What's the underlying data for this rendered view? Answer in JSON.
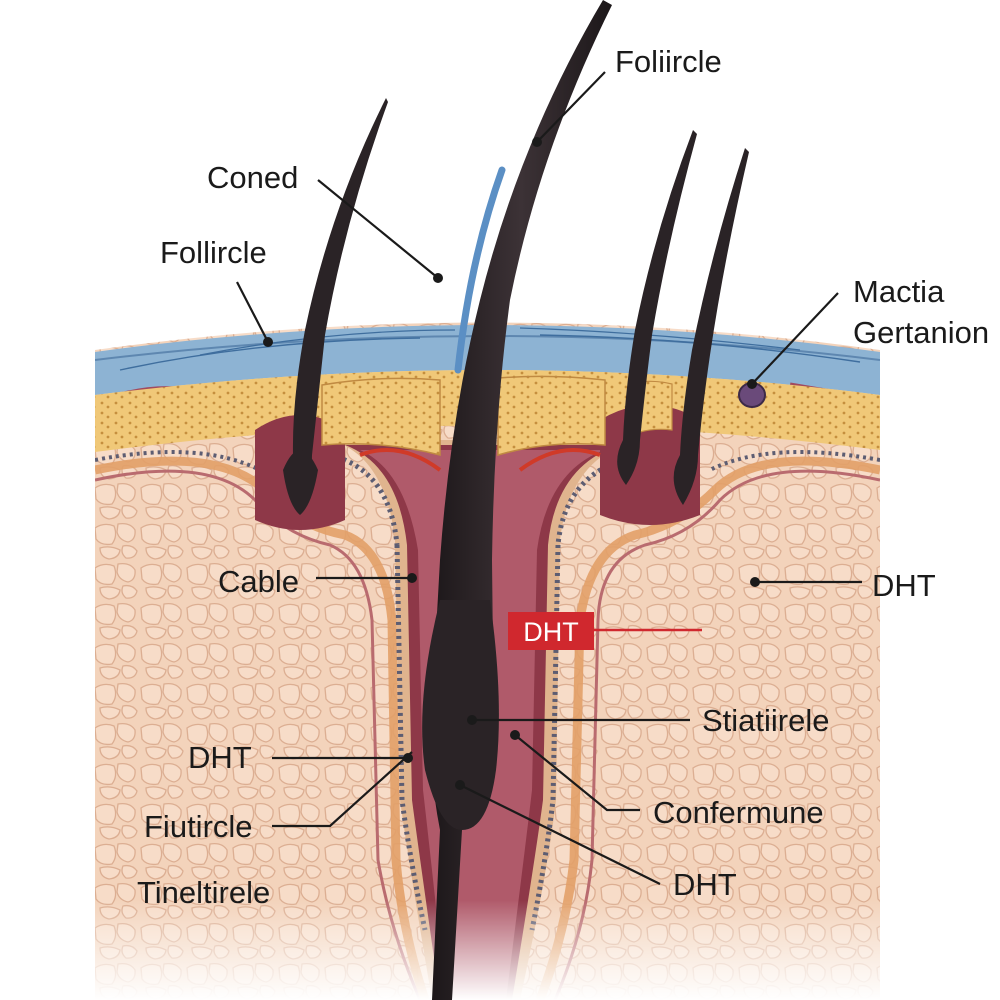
{
  "labels": {
    "follircle_top": "Foliircle",
    "coned": "Coned",
    "follircle_left": "Follircle",
    "mactia_line1": "Mactia",
    "mactia_line2": "Gertanion",
    "cable": "Cable",
    "dht_right": "DHT",
    "dht_badge": "DHT",
    "stiatiirele": "Stiatiirele",
    "dht_left": "DHT",
    "confermune": "Confermune",
    "fiutircle": "Fiutircle",
    "dht_bottom": "DHT",
    "tineltirele": "Tineltirele"
  },
  "colors": {
    "skin_surface": "#7fa8cc",
    "fat_layer": "#f0c878",
    "tissue": "#f3d3bb",
    "hair": "#2a2326",
    "sheath_red": "#8e3848",
    "badge_red": "#d0282e"
  }
}
